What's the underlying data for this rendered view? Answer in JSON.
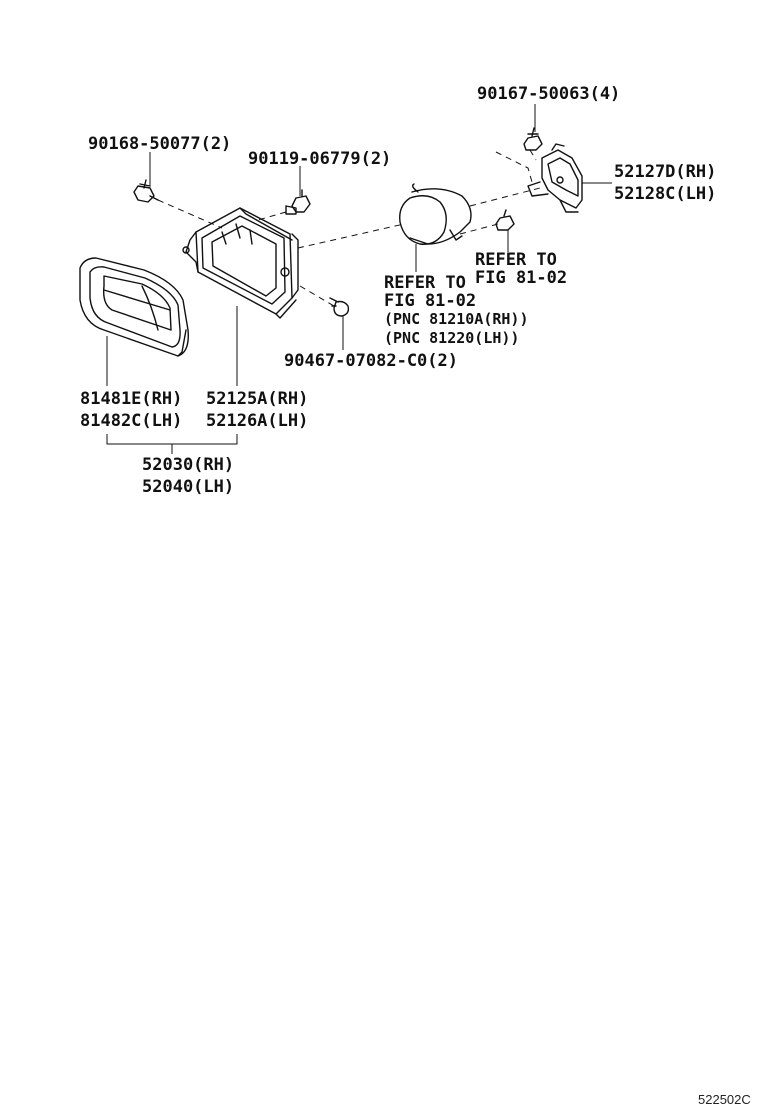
{
  "labels": {
    "bolt_90168": "90168-50077(2)",
    "bolt_90119": "90119-06779(2)",
    "bolt_90167": "90167-50063(4)",
    "bracket_rh": "52127D(RH)",
    "bracket_lh": "52128C(LH)",
    "refer_right_1": "REFER TO",
    "refer_right_2": "FIG 81-02",
    "refer_left_1": "REFER TO",
    "refer_left_2": "FIG 81-02",
    "pnc_rh": "(PNC 81210A(RH))",
    "pnc_lh": "(PNC 81220(LH))",
    "clip_90467": "90467-07082-C0(2)",
    "bezel_rh": "81481E(RH)",
    "bezel_lh": "81482C(LH)",
    "housing_rh": "52125A(RH)",
    "housing_lh": "52126A(LH)",
    "assy_rh": "52030(RH)",
    "assy_lh": "52040(LH)",
    "figure_id": "522502C"
  }
}
